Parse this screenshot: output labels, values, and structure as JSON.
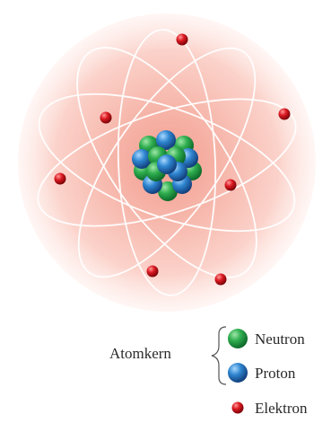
{
  "labels": {
    "nucleus": "Atomkern",
    "neutron": "Neutron",
    "proton": "Proton",
    "electron": "Elektron"
  },
  "colors": {
    "cloud_inner": "#f6b6aa",
    "cloud_outer": "#fde7e2",
    "orbit": "#ffffff",
    "neutron": "#27a04a",
    "proton": "#2f7fc8",
    "electron": "#d8141d",
    "bracket": "#555555"
  }
}
